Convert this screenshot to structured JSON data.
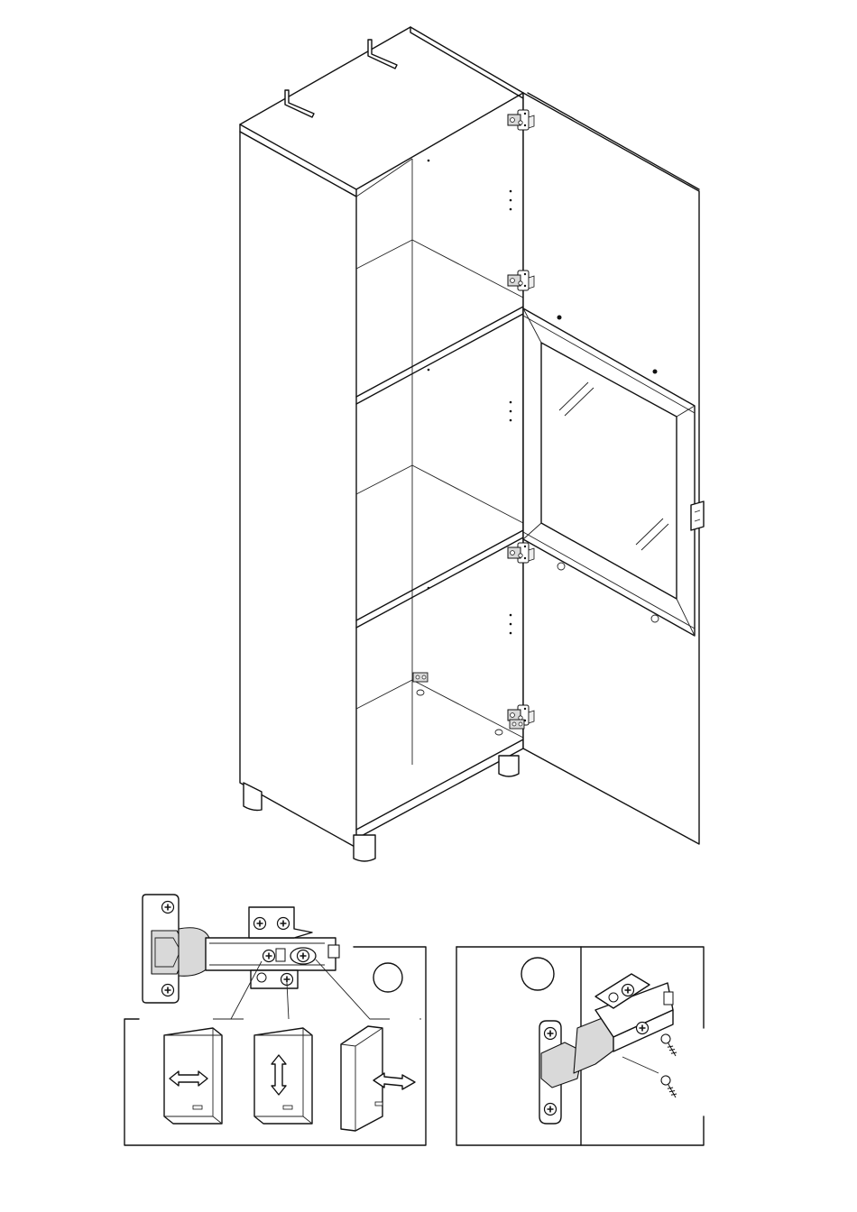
{
  "figure": {
    "main_view": "cabinet-assembly",
    "detail_left": {
      "circle_label": "",
      "adjustments": [
        "horizontal",
        "vertical",
        "depth"
      ]
    },
    "detail_right": {
      "circle_label": ""
    }
  },
  "colors": {
    "line": "#111111",
    "paper": "#ffffff",
    "hardware": "#d9d9d9"
  },
  "icons": [
    "screw-icon",
    "arrow-left-right-icon",
    "arrow-up-down-icon"
  ]
}
